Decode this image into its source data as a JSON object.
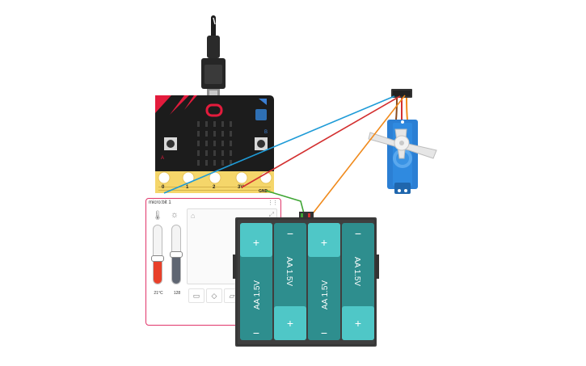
{
  "microbit": {
    "pin_labels": [
      "0",
      "1",
      "2",
      "3V",
      "GND"
    ],
    "button_a_label": "A",
    "button_b_label": "B"
  },
  "simulator_panel": {
    "title": "micro:bit 1",
    "temperature_value": "21°C",
    "temperature_fill": 0.43,
    "light_value": "128",
    "light_level": 0.5
  },
  "battery_pack": {
    "cells": [
      {
        "label": "AA 1.5V",
        "top_symbol": "+",
        "bottom_symbol": "−"
      },
      {
        "label": "AA 1.5V",
        "top_symbol": "−",
        "bottom_symbol": "+"
      },
      {
        "label": "AA 1.5V",
        "top_symbol": "+",
        "bottom_symbol": "−"
      },
      {
        "label": "AA 1.5V",
        "top_symbol": "−",
        "bottom_symbol": "+"
      }
    ]
  },
  "colors": {
    "microbit_board": "#1c1c1c",
    "microbit_accent": "#e31b3c",
    "edge_gold": "#f5d66a",
    "battery_body": "#3f3f3f",
    "battery_cell": "#2e8e8e",
    "battery_cap": "#4fc7c7",
    "servo_blue": "#2b7fd4",
    "wire_blue": "#1e9bd7",
    "wire_red": "#d32f2f",
    "wire_orange": "#f08a1c",
    "wire_green": "#3fa534",
    "panel_border": "#e0356a",
    "temperature_fill": "#e8402a"
  }
}
